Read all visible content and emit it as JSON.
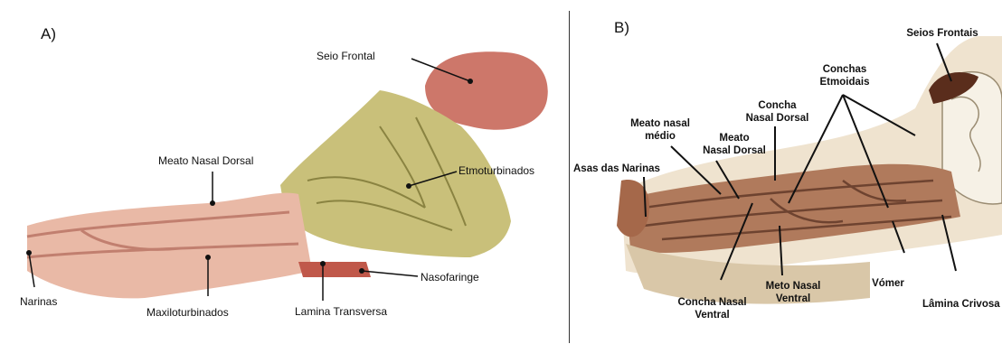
{
  "panel_a": {
    "label": "A)",
    "labels": {
      "seio_frontal": "Seio Frontal",
      "meato_nasal_dorsal": "Meato Nasal Dorsal",
      "etmoturbinados": "Etmoturbinados",
      "narinas": "Narinas",
      "maxiloturbinados": "Maxiloturbinados",
      "lamina_transversa": "Lamina Transversa",
      "nasofaringe": "Nasofaringe"
    }
  },
  "panel_b": {
    "label": "B)",
    "labels": {
      "seios_frontais": "Seios Frontais",
      "conchas_etmoidais": "Conchas\nEtmoidais",
      "concha_nasal_dorsal": "Concha\nNasal Dorsal",
      "meato_nasal_medio": "Meato nasal\nmédio",
      "meato_nasal_dorsal": "Meato\nNasal Dorsal",
      "asas_das_narinas": "Asas das Narinas",
      "concha_nasal_ventral": "Concha Nasal\nVentral",
      "meto_nasal_ventral": "Meto Nasal\nVentral",
      "vomer": "Vómer",
      "lamina_crivosa": "Lâmina Crivosa"
    }
  },
  "colors": {
    "frontal_sinus": "#c8685a",
    "ethmoturbinates": "#c9c07a",
    "maxilloturbinates": "#e9b9a6",
    "bone_cream": "#efe3cf",
    "bone_brown": "#b07a5c"
  }
}
